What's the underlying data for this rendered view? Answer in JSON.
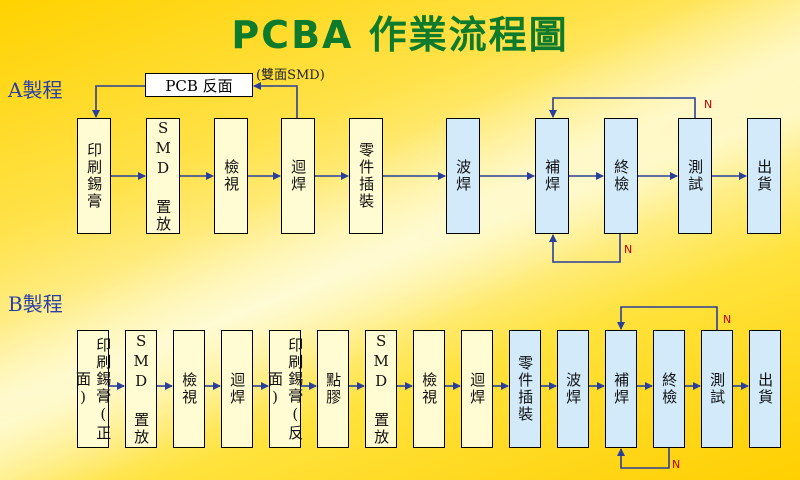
{
  "title": "PCBA 作業流程圖",
  "sectionA": {
    "label": "A製程"
  },
  "sectionB": {
    "label": "B製程"
  },
  "pcb_box": "PCB 反面",
  "pcb_note": "(雙面SMD)",
  "n_label": "N",
  "a_steps": [
    "印刷錫膏",
    "SMD 置放",
    "檢視",
    "迴焊",
    "零件插裝",
    "波焊",
    "補焊",
    "終檢",
    "測試",
    "出貨"
  ],
  "b_steps": [
    "印刷錫膏(正面)",
    "SMD 置放",
    "檢視",
    "迴焊",
    "印刷錫膏(反面)",
    "點膠",
    "SMD 置放",
    "檢視",
    "迴焊",
    "零件插裝",
    "波焊",
    "補焊",
    "終檢",
    "測試",
    "出貨"
  ],
  "colors": {
    "box_fill": "#fffbd2",
    "highlight_fill": "#d2eafa",
    "arrow": "#2a3f9a",
    "n_label": "#c00000",
    "title": "#0e7a2c"
  }
}
